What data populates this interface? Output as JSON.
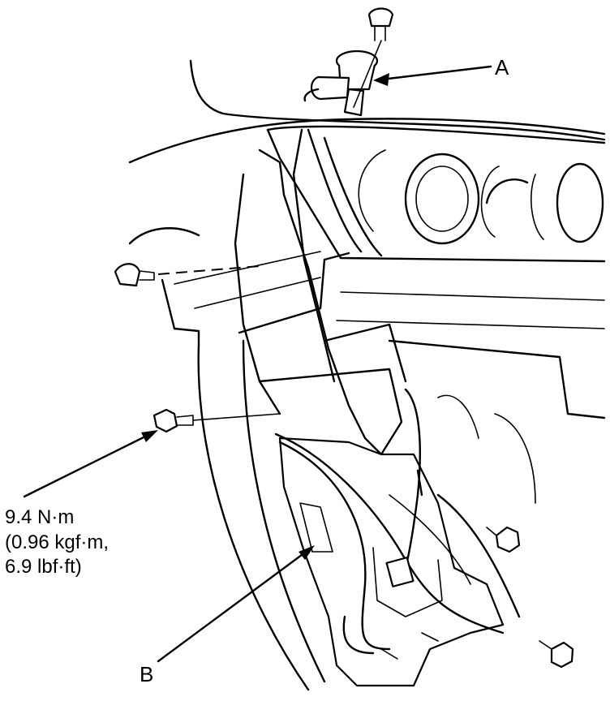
{
  "labels": {
    "a": "A",
    "b": "B"
  },
  "torque": {
    "line1": "9.4 N·m",
    "line2": "(0.96 kgf·m,",
    "line3": "6.9 lbf·ft)"
  },
  "colors": {
    "ink": "#000000",
    "paper": "#ffffff"
  }
}
